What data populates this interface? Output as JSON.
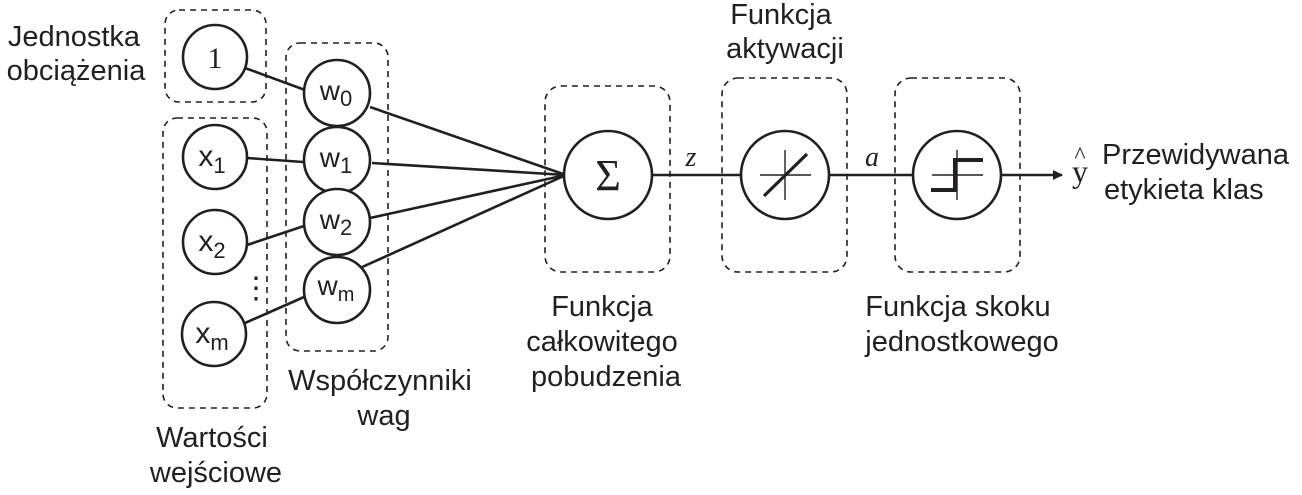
{
  "labels": {
    "bias_unit": [
      "Jednostka",
      "obciążenia"
    ],
    "inputs": [
      "Wartości",
      "wejściowe"
    ],
    "weights": [
      "Współczynniki",
      "wag"
    ],
    "net_input": [
      "Funkcja",
      "całkowitego",
      "pobudzenia"
    ],
    "activation": [
      "Funkcja",
      "aktywacji"
    ],
    "step": [
      "Funkcja skoku",
      "jednostkowego"
    ],
    "output": [
      "Przewidywana",
      "etykieta klas"
    ]
  },
  "nodes": {
    "bias_value": "1",
    "x1": {
      "base": "x",
      "sub": "1"
    },
    "x2": {
      "base": "x",
      "sub": "2"
    },
    "xm": {
      "base": "x",
      "sub": "m"
    },
    "w0": {
      "base": "w",
      "sub": "0"
    },
    "w1": {
      "base": "w",
      "sub": "1"
    },
    "w2": {
      "base": "w",
      "sub": "2"
    },
    "wm": {
      "base": "w",
      "sub": "m"
    },
    "sum_symbol": "Σ",
    "ellipsis": "⋮"
  },
  "edge_labels": {
    "z": "z",
    "a": "a"
  },
  "output_symbol": {
    "base": "y",
    "hat": "^"
  }
}
